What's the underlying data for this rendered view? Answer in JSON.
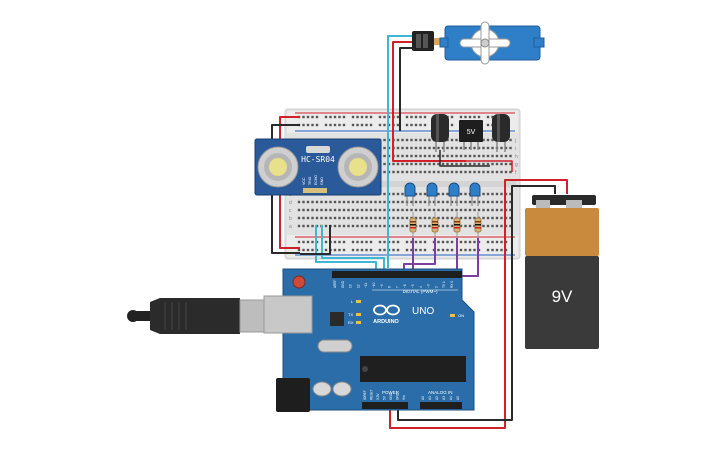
{
  "sensor": {
    "label": "HC-SR04",
    "pins": [
      "VCC",
      "TRIG",
      "ECHO",
      "GND"
    ]
  },
  "regulator": {
    "label": "5V"
  },
  "battery": {
    "label": "9V"
  },
  "arduino": {
    "brand": "ARDUINO",
    "model": "UNO",
    "digital_label": "DIGITAL (PWM~)",
    "power_label": "POWER",
    "analog_label": "ANALOG IN",
    "led_labels": [
      "L",
      "TX",
      "RX",
      "ON"
    ],
    "power_pins": [
      "IOREF",
      "RESET",
      "3.3V",
      "5V",
      "GND",
      "GND",
      "Vin"
    ],
    "analog_pins": [
      "A0",
      "A1",
      "A2",
      "A3",
      "A4",
      "A5"
    ],
    "digital_pins": [
      "AREF",
      "GND",
      "13",
      "12",
      "~11",
      "~10",
      "~9",
      "8",
      "7",
      "~6",
      "~5",
      "4",
      "~3",
      "2",
      "TX 1",
      "RX 0"
    ]
  },
  "breadboard": {
    "row_letters_top": [
      "j",
      "i",
      "h",
      "g",
      "f"
    ],
    "row_letters_bottom": [
      "e",
      "d",
      "c",
      "b",
      "a"
    ]
  },
  "colors": {
    "wire_red": "#d0202a",
    "wire_black": "#2a2a2a",
    "wire_cyan": "#3fb6d4",
    "wire_purple": "#7b3fa0",
    "board_blue": "#2a6da8",
    "servo_blue": "#2f7fc8",
    "led_blue": "#2f7fc8",
    "battery_orange": "#c98a3e"
  },
  "icons": [
    "usb-cable-icon",
    "servo-icon",
    "led-icon",
    "resistor-icon",
    "capacitor-icon"
  ]
}
